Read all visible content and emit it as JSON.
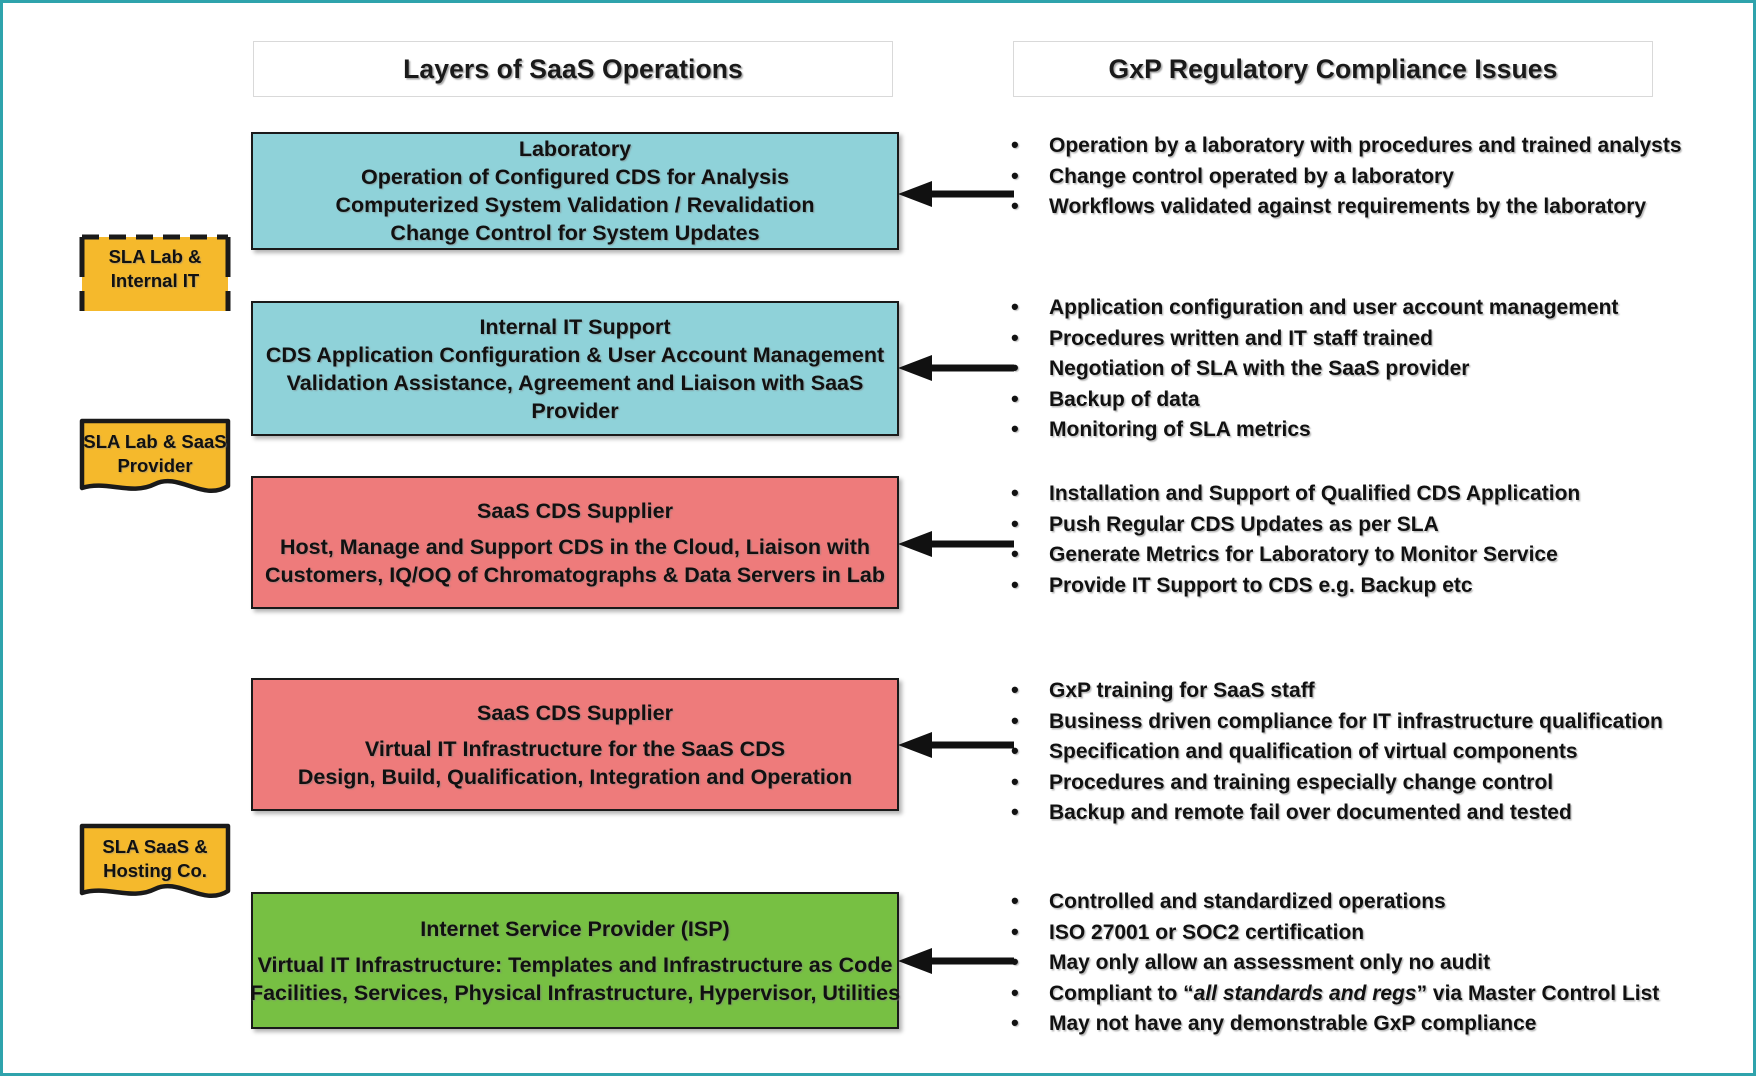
{
  "headers": {
    "left": "Layers of SaaS Operations",
    "right": "GxP Regulatory Compliance Issues"
  },
  "colors": {
    "frame": "#2FA3AC",
    "cyan": "#8FD2D9",
    "red": "#EE7B7B",
    "green": "#77C043",
    "yellow": "#F5B92C",
    "outline": "#1A1A1A"
  },
  "sla_shapes": [
    {
      "name": "sla-lab-internal-it",
      "line1": "SLA Lab &",
      "line2": "Internal IT",
      "style": "dashed-top"
    },
    {
      "name": "sla-lab-saas-provider",
      "line1": "SLA Lab & SaaS",
      "line2": "Provider",
      "style": "wavy-bottom"
    },
    {
      "name": "sla-saas-hosting",
      "line1": "SLA SaaS &",
      "line2": "Hosting Co.",
      "style": "wavy-bottom"
    }
  ],
  "layers": [
    {
      "name": "laboratory",
      "color": "cyan",
      "lines": [
        "Laboratory",
        "Operation of Configured CDS for Analysis",
        "Computerized System Validation / Revalidation",
        "Change Control for System Updates"
      ]
    },
    {
      "name": "internal-it-support",
      "color": "cyan",
      "lines": [
        "Internal IT Support",
        "CDS Application Configuration & User Account Management",
        "Validation Assistance, Agreement and Liaison with SaaS",
        "Provider"
      ]
    },
    {
      "name": "saas-cds-supplier-app",
      "color": "red",
      "lines": [
        "SaaS CDS Supplier",
        "Host, Manage and Support CDS in the Cloud, Liaison with",
        "Customers, IQ/OQ of Chromatographs & Data Servers in Lab"
      ]
    },
    {
      "name": "saas-cds-supplier-infra",
      "color": "red",
      "lines": [
        "SaaS CDS Supplier",
        "Virtual IT Infrastructure for the SaaS CDS",
        "Design, Build, Qualification, Integration and Operation"
      ]
    },
    {
      "name": "internet-service-provider",
      "color": "green",
      "lines": [
        "Internet Service Provider (ISP)",
        "Virtual IT Infrastructure: Templates and Infrastructure as Code",
        "Facilities, Services, Physical Infrastructure, Hypervisor, Utilities"
      ]
    }
  ],
  "issue_groups": [
    {
      "name": "laboratory-issues",
      "items": [
        "Operation by a laboratory with procedures and trained analysts",
        "Change control operated by a laboratory",
        "Workflows validated against requirements by the laboratory"
      ]
    },
    {
      "name": "internal-it-issues",
      "items": [
        "Application configuration and user account management",
        "Procedures written and IT staff trained",
        "Negotiation of SLA with the SaaS provider",
        "Backup of data",
        "Monitoring of SLA metrics"
      ]
    },
    {
      "name": "saas-app-issues",
      "items": [
        "Installation and Support of Qualified CDS Application",
        "Push Regular CDS Updates as per SLA",
        "Generate Metrics for Laboratory to Monitor Service",
        "Provide IT Support to CDS e.g. Backup etc"
      ]
    },
    {
      "name": "saas-infra-issues",
      "items": [
        "GxP training for SaaS staff",
        "Business driven compliance for IT infrastructure qualification",
        "Specification and qualification of virtual components",
        "Procedures and training especially change control",
        "Backup and remote fail over documented and tested"
      ]
    },
    {
      "name": "isp-issues",
      "items": [
        "Controlled and standardized operations",
        "ISO 27001 or SOC2 certification",
        "May only allow an assessment only no audit",
        {
          "pre": "Compliant to “",
          "italic": "all standards and regs",
          "post": "” via Master Control List"
        },
        "May not have any demonstrable GxP compliance"
      ]
    }
  ]
}
